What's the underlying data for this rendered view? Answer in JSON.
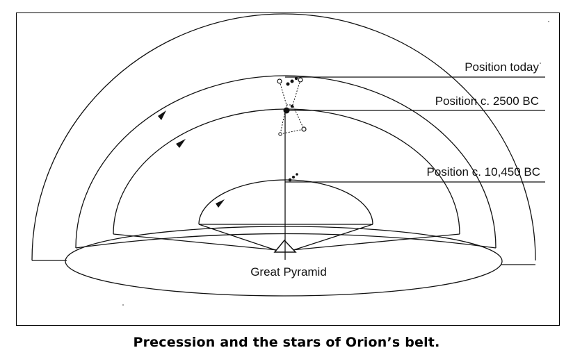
{
  "diagram": {
    "labels": {
      "position_today": "Position today",
      "position_2500": "Position c. 2500 BC",
      "position_10450": "Position c. 10,450 BC",
      "great_pyramid": "Great Pyramid"
    }
  },
  "caption": "Precession and the stars of Orion’s belt.",
  "colors": {
    "ink": "#111111",
    "background": "#ffffff"
  }
}
